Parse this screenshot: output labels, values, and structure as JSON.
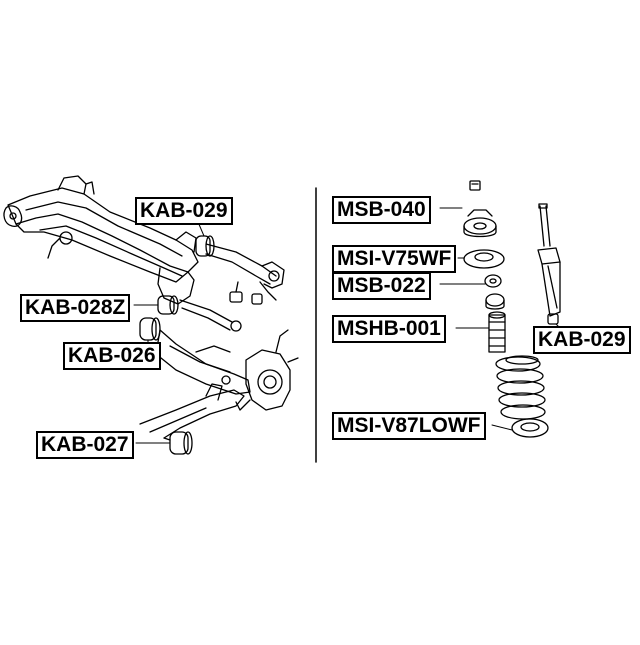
{
  "left_panel": {
    "labels": {
      "kab_029": "KAB-029",
      "kab_028z": "KAB-028Z",
      "kab_026": "KAB-026",
      "kab_027": "KAB-027"
    }
  },
  "right_panel": {
    "labels": {
      "msb_040": "MSB-040",
      "msi_v75wf": "MSI-V75WF",
      "msb_022": "MSB-022",
      "mshb_001": "MSHB-001",
      "kab_029": "KAB-029",
      "msi_v87lowf": "MSI-V87LOWF"
    }
  }
}
